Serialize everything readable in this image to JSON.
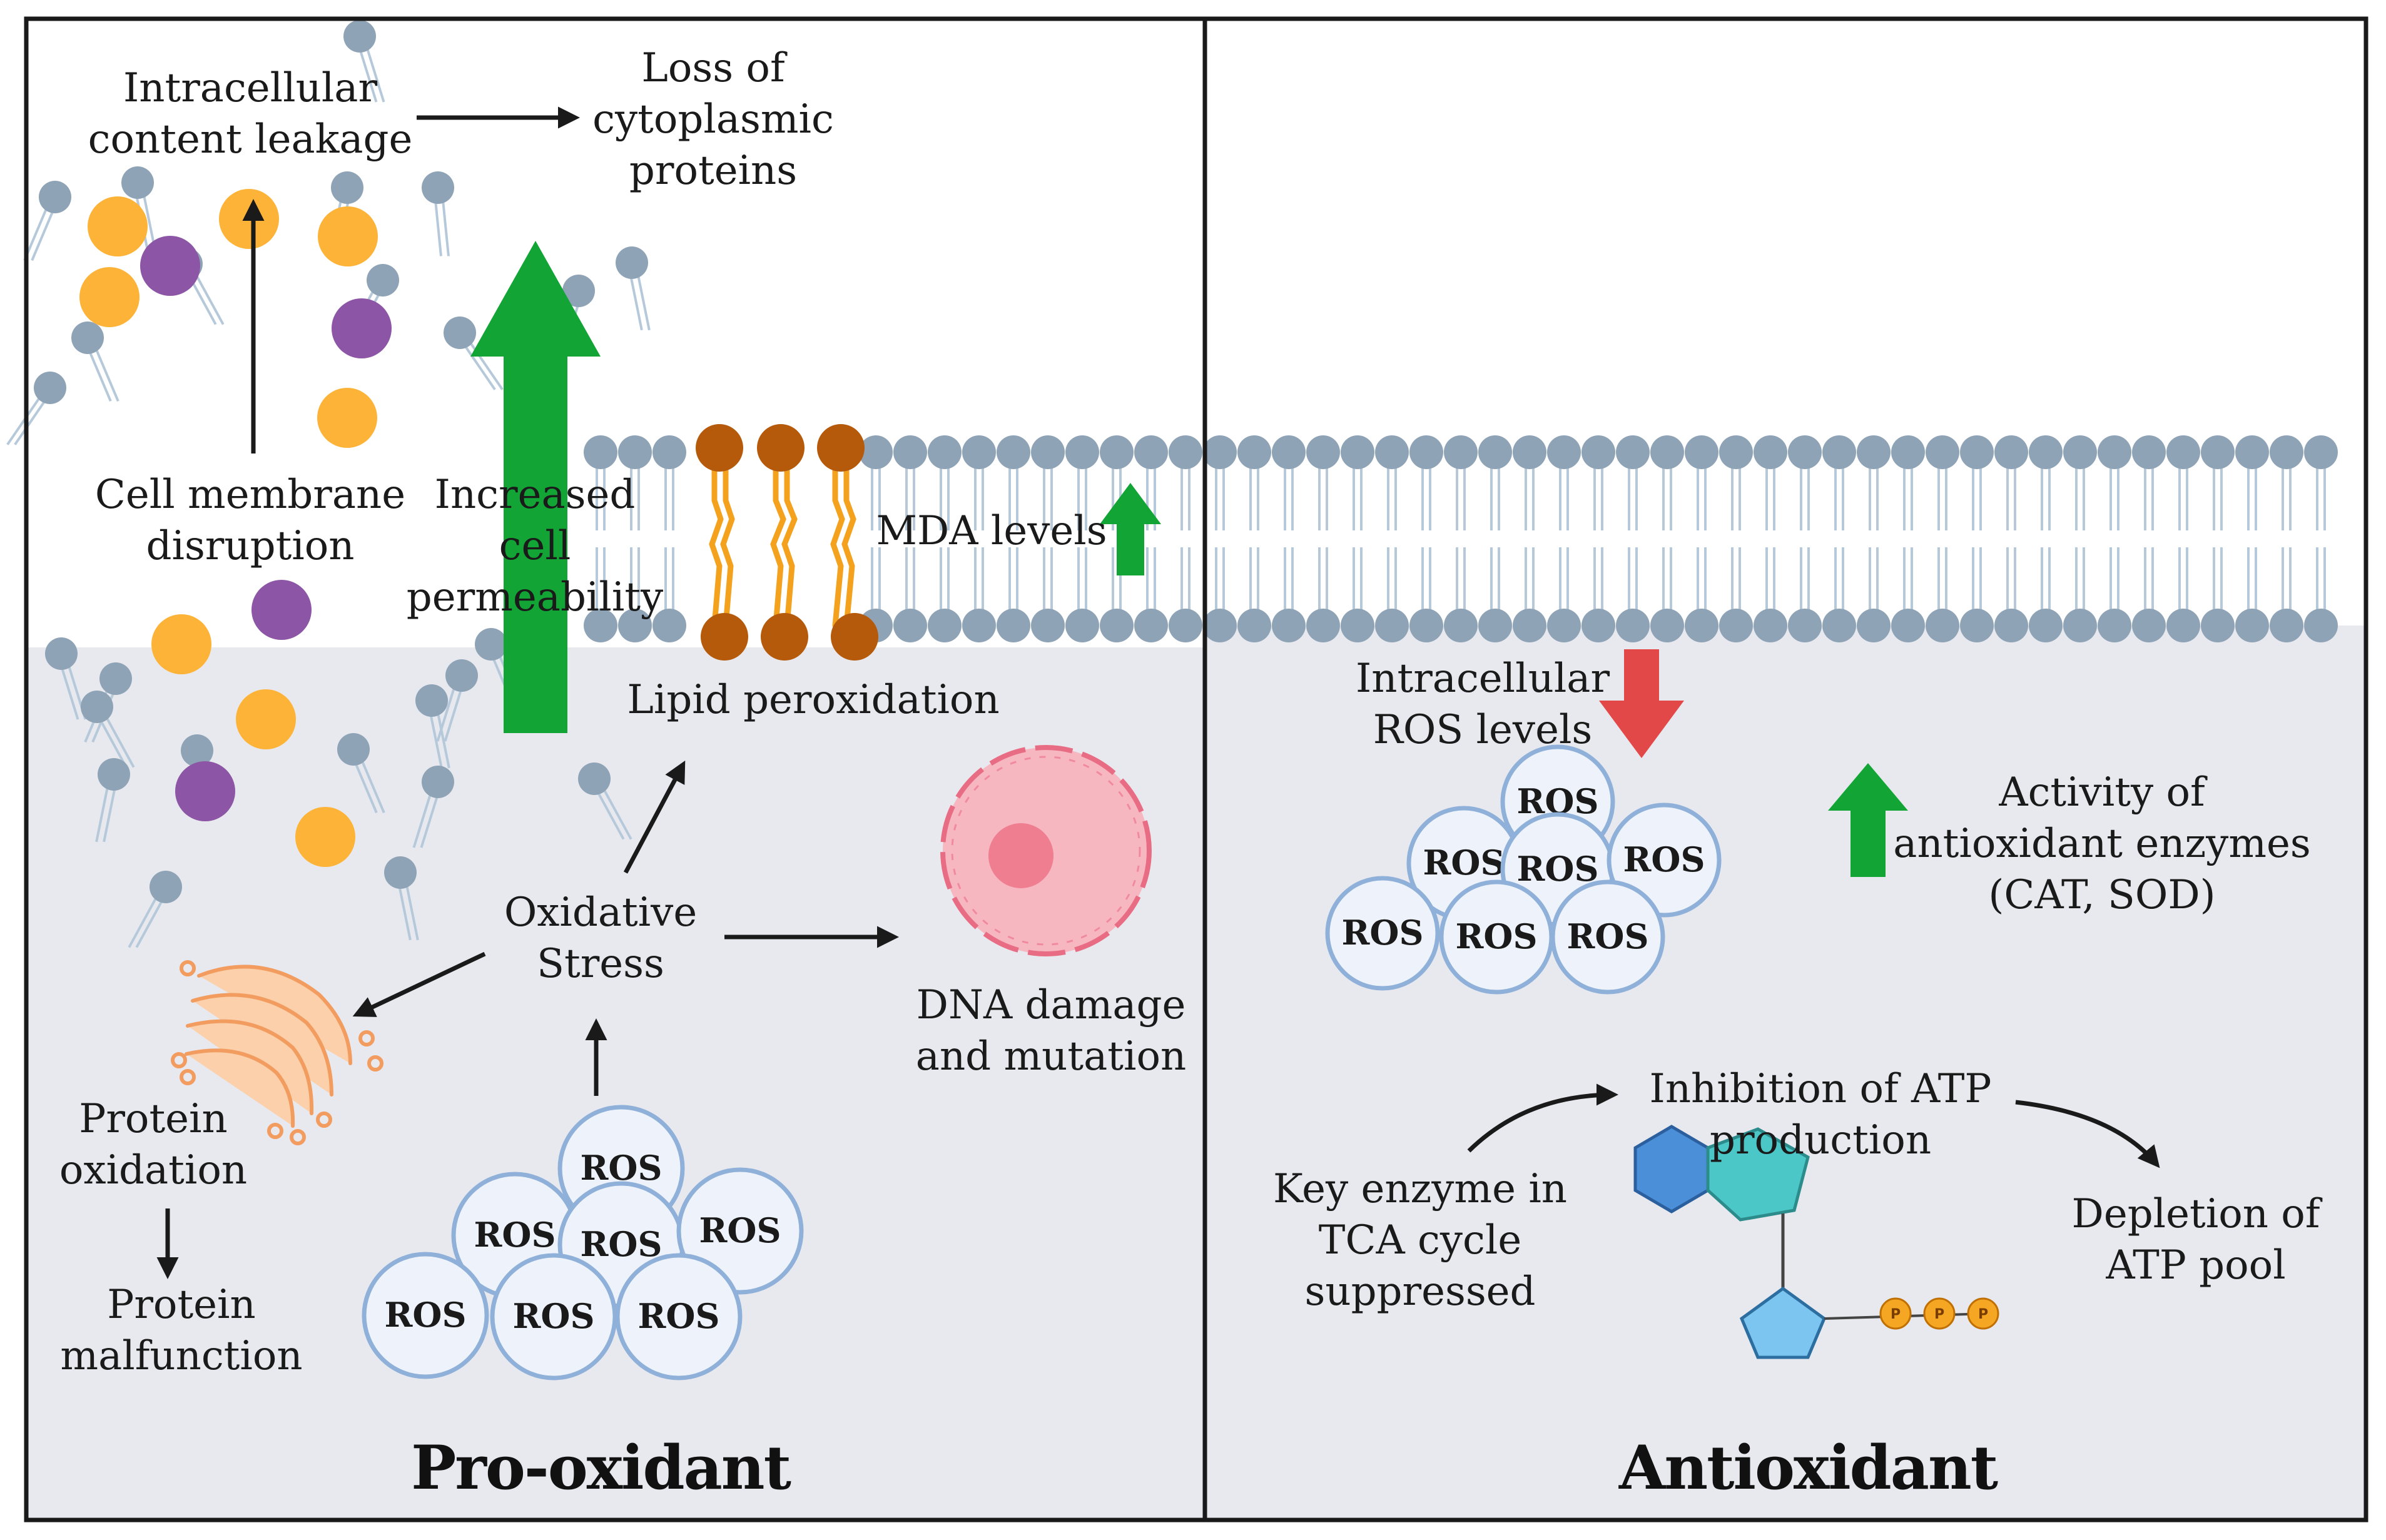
{
  "panels": {
    "left_title": "Pro-oxidant",
    "right_title": "Antioxidant"
  },
  "labels": {
    "intracellular_leakage": "Intracellular\ncontent leakage",
    "loss_cytoplasmic": "Loss of\ncytoplasmic\nproteins",
    "cell_membrane_disruption": "Cell membrane\ndisruption",
    "increased_permeability": "Increased\ncell\npermeability",
    "mda_levels": "MDA levels",
    "lipid_peroxidation": "Lipid peroxidation",
    "oxidative_stress": "Oxidative\nStress",
    "dna_damage": "DNA damage\nand mutation",
    "protein_oxidation": "Protein\noxidation",
    "protein_malfunction": "Protein\nmalfunction",
    "intracellular_ros": "Intracellular\nROS levels",
    "antioxidant_enzymes": "Activity of\nantioxidant enzymes\n(CAT, SOD)",
    "inhibition_atp": "Inhibition of ATP\nproduction",
    "key_enzyme_tca": "Key enzyme in\nTCA cycle\nsuppressed",
    "depletion_atp": "Depletion of\nATP pool"
  },
  "ros_label": "ROS",
  "phosphate_label": "P",
  "colors": {
    "increase_arrow": "#12a535",
    "decrease_arrow": "#e34848",
    "lipid_head": "#8fa3b6",
    "lipid_tail": "#b6c9da",
    "cytoplasm": "#e8e9ef",
    "ros_fill": "#eef3fb",
    "ros_stroke": "#8fb0d8",
    "peroxidized_head": "#b55a0a",
    "peroxidized_tail": "#f4a21e",
    "leak_orange": "#fdb338",
    "leak_purple": "#8d55a5",
    "dna": "#f3a7b2",
    "golgi": "#f8b887"
  }
}
